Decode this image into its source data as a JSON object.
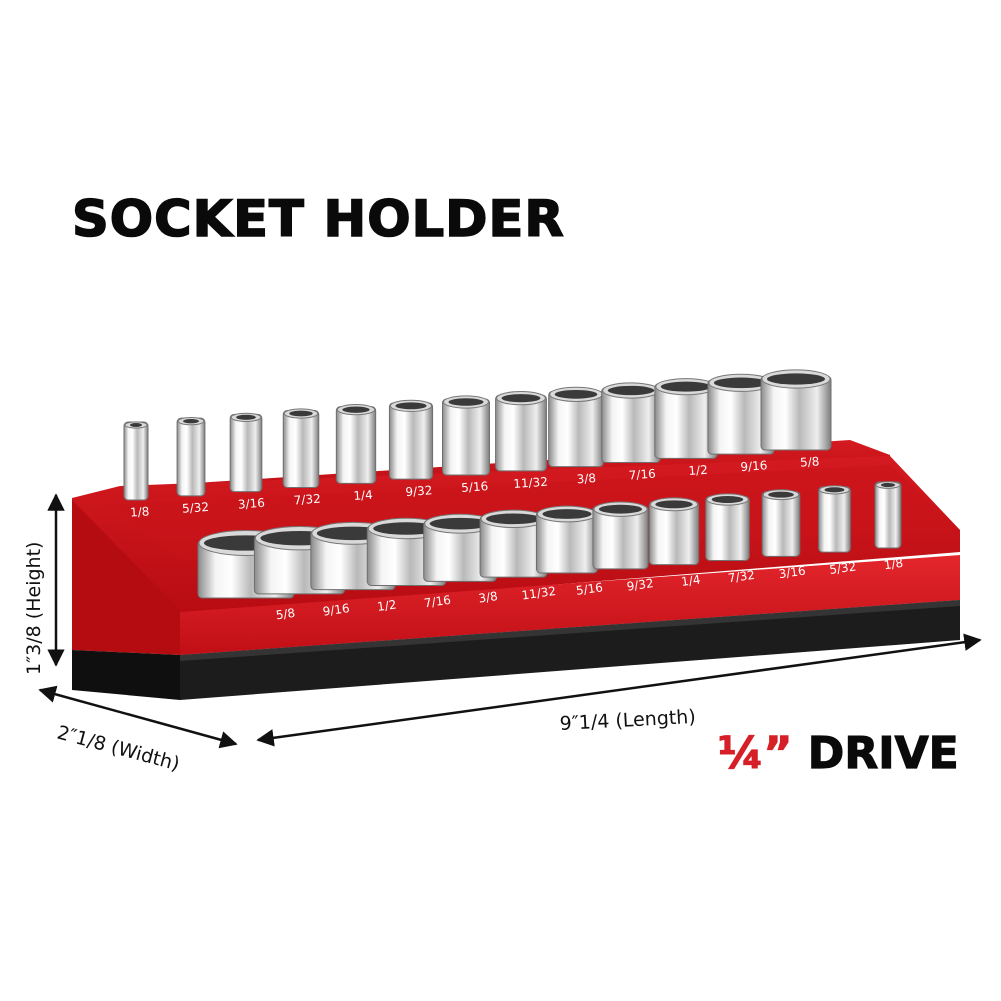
{
  "title": "SOCKET HOLDER",
  "drive": {
    "fraction": "¼”",
    "word": "DRIVE"
  },
  "dimensions": {
    "height": "1″3/8 (Height)",
    "width": "2″1/8 (Width)",
    "length": "9″1/4 (Length)"
  },
  "back_row_sizes": [
    "1/8",
    "5/32",
    "3/16",
    "7/32",
    "1/4",
    "9/32",
    "5/16",
    "11/32",
    "3/8",
    "7/16",
    "1/2",
    "9/16",
    "5/8"
  ],
  "front_row_sizes": [
    "5/8",
    "9/16",
    "1/2",
    "7/16",
    "3/8",
    "11/32",
    "5/16",
    "9/32",
    "1/4",
    "7/32",
    "3/16",
    "5/32",
    "1/8"
  ],
  "colors": {
    "holder": "#d4161d",
    "holder_dark": "#a8070d",
    "base": "#1a1a1a",
    "accent": "#d61f26"
  }
}
